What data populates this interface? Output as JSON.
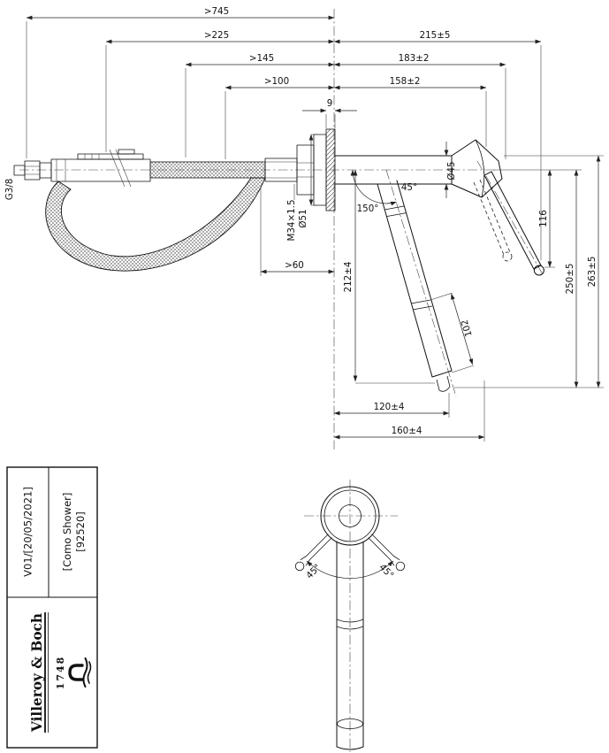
{
  "colors": {
    "line": "#111111",
    "background": "#ffffff"
  },
  "drawing": {
    "dims": {
      "len745": ">745",
      "len225": ">225",
      "len215": "215±5",
      "len145": ">145",
      "len183": "183±2",
      "len100": ">100",
      "len158": "158±2",
      "thk9": "9",
      "len60": ">60",
      "len212": "212±4",
      "len120": "120±4",
      "len160": "160±4",
      "len116": "116",
      "len250": "250±5",
      "len263": "263±5",
      "len102": "102",
      "dia45": "Ø45",
      "dia51": "Ø51",
      "thread_m34": "M34×1.5",
      "thread_g38": "G3/8",
      "ang150": "150°",
      "ang45": "45°"
    },
    "top_view": {
      "ang45_left": "45°",
      "ang45_right": "45°"
    }
  },
  "title_block": {
    "product_line1": "[Como Shower]",
    "product_line2": "[92520]",
    "revision": "V01/[20/05/2021]",
    "brand": "Villeroy & Boch",
    "brand_year": "1748"
  }
}
